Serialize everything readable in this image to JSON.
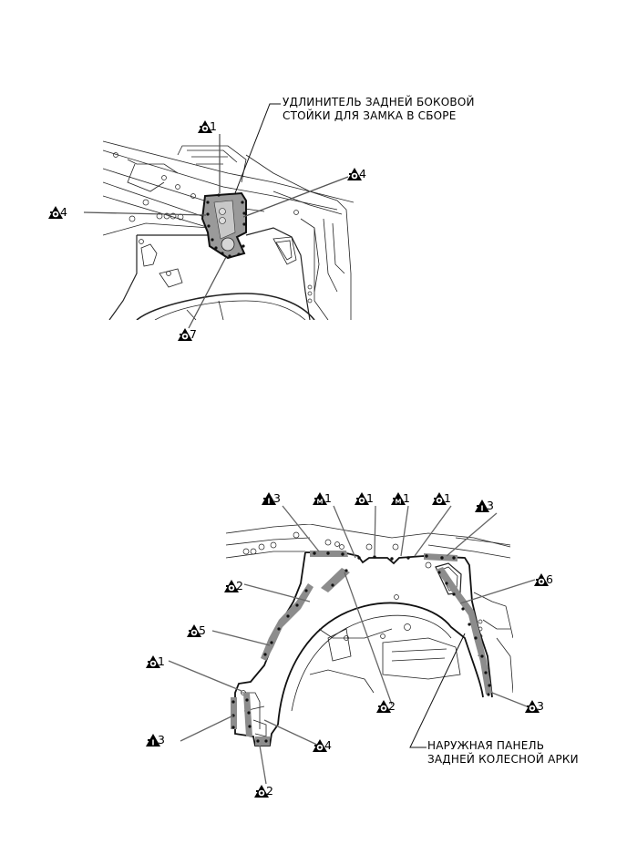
{
  "symbols": {
    "spot_weld": "triangle-circle-icon",
    "mig_weld": "triangle-M-icon",
    "brazing": "triangle-I-icon"
  },
  "diagram_top": {
    "caption": [
      "УДЛИНИТЕЛЬ ЗАДНЕЙ БОКОВОЙ",
      "СТОЙКИ ДЛЯ ЗАМКА В СБОРЕ"
    ],
    "labels": [
      {
        "id": "t1",
        "symbol": "spot_weld",
        "count": "1"
      },
      {
        "id": "t2",
        "symbol": "spot_weld",
        "count": "4"
      },
      {
        "id": "t3",
        "symbol": "spot_weld",
        "count": "4"
      },
      {
        "id": "t4",
        "symbol": "spot_weld",
        "count": "7"
      }
    ]
  },
  "diagram_bottom": {
    "caption": [
      "НАРУЖНАЯ ПАНЕЛЬ",
      "ЗАДНЕЙ КОЛЕСНОЙ АРКИ"
    ],
    "labels": [
      {
        "id": "b1",
        "symbol": "brazing",
        "count": "3"
      },
      {
        "id": "b2",
        "symbol": "mig_weld",
        "count": "1"
      },
      {
        "id": "b3",
        "symbol": "spot_weld",
        "count": "1"
      },
      {
        "id": "b4",
        "symbol": "mig_weld",
        "count": "1"
      },
      {
        "id": "b5",
        "symbol": "spot_weld",
        "count": "1"
      },
      {
        "id": "b6",
        "symbol": "brazing",
        "count": "3"
      },
      {
        "id": "b7",
        "symbol": "spot_weld",
        "count": "2"
      },
      {
        "id": "b8",
        "symbol": "spot_weld",
        "count": "6"
      },
      {
        "id": "b9",
        "symbol": "spot_weld",
        "count": "5"
      },
      {
        "id": "b10",
        "symbol": "spot_weld",
        "count": "1"
      },
      {
        "id": "b11",
        "symbol": "spot_weld",
        "count": "2"
      },
      {
        "id": "b12",
        "symbol": "spot_weld",
        "count": "3"
      },
      {
        "id": "b13",
        "symbol": "brazing",
        "count": "3"
      },
      {
        "id": "b14",
        "symbol": "spot_weld",
        "count": "4"
      },
      {
        "id": "b15",
        "symbol": "spot_weld",
        "count": "2"
      }
    ]
  }
}
